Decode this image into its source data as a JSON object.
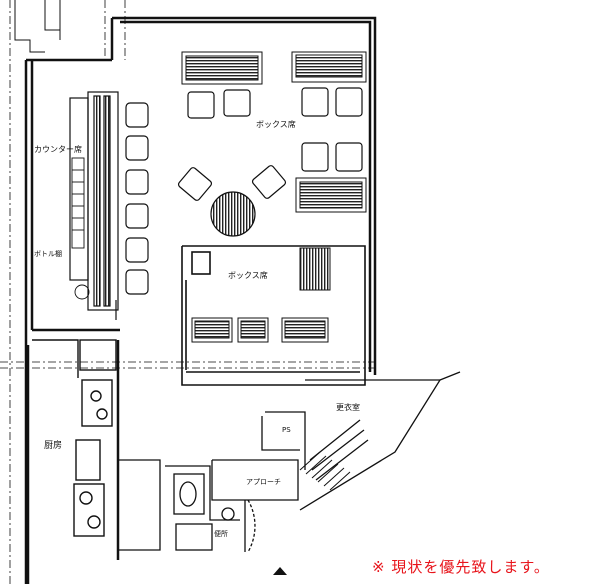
{
  "labels": {
    "box_seats_upper": "ボックス席",
    "box_seats_lower": "ボックス席",
    "counter_seats": "カウンター席",
    "bar_seats": "ボトル棚",
    "kitchen": "厨房",
    "dressing_room": "更衣室",
    "apron": "アプローチ",
    "toilet_label": "便所",
    "small_room": "PS"
  },
  "note": "※ 現状を優先致します。",
  "colors": {
    "line": "#111111",
    "note": "#e8141b"
  }
}
